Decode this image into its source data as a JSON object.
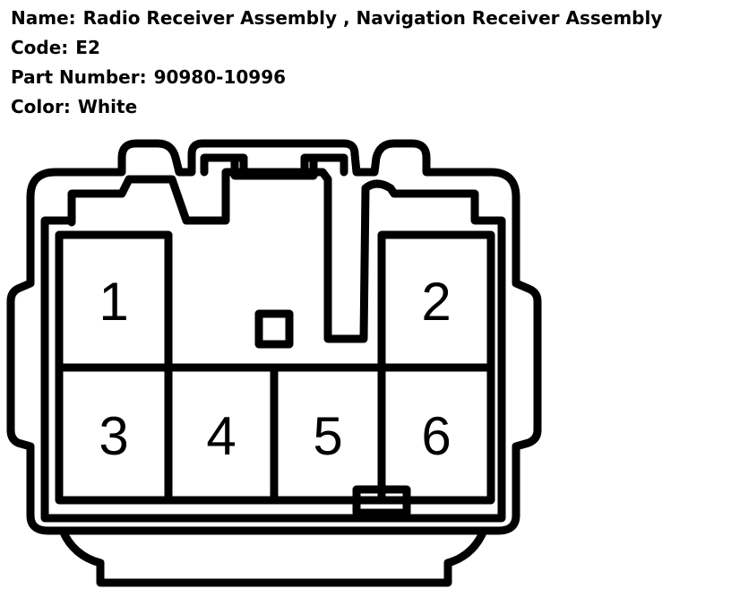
{
  "info": {
    "name_label": "Name:",
    "name_value": "Radio Receiver Assembly , Navigation Receiver Assembly",
    "code_label": "Code:",
    "code_value": "E2",
    "part_label": "Part Number:",
    "part_value": "90980-10996",
    "color_label": "Color:",
    "color_value": "White"
  },
  "pins": [
    {
      "label": "1"
    },
    {
      "label": "2"
    },
    {
      "label": "3"
    },
    {
      "label": "4"
    },
    {
      "label": "5"
    },
    {
      "label": "6"
    }
  ]
}
